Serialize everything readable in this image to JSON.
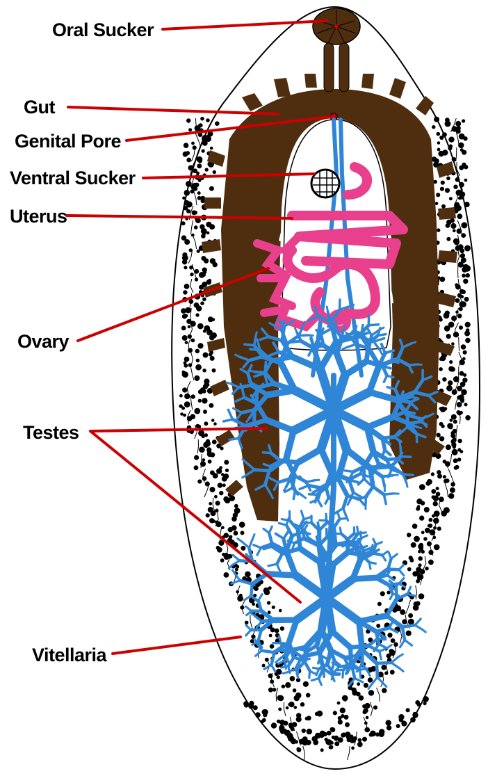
{
  "diagram": {
    "labels": {
      "oral_sucker": "Oral Sucker",
      "gut": "Gut",
      "genital_pore": "Genital Pore",
      "ventral_sucker": "Ventral Sucker",
      "uterus": "Uterus",
      "ovary": "Ovary",
      "testes": "Testes",
      "vitellaria": "Vitellaria"
    },
    "colors": {
      "leader_line": "#cc0000",
      "gut": "#4f2e0f",
      "testes": "#2f86d6",
      "uterus_ovary": "#e8408c",
      "outline": "#000000",
      "vitellaria": "#000000"
    }
  }
}
